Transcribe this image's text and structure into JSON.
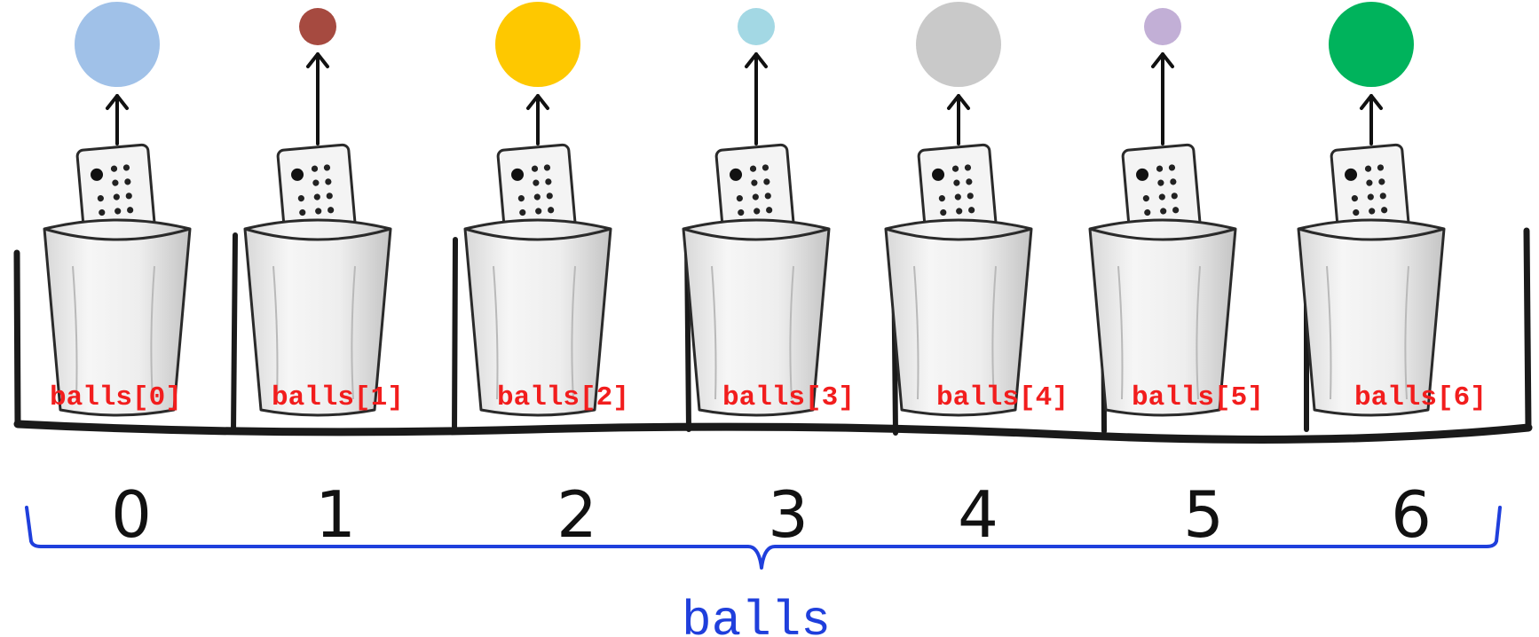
{
  "array": {
    "name": "balls",
    "brace_color": "#1f3fdc",
    "slot_label_color": "#f21d1d"
  },
  "slots": [
    {
      "label": "balls[0]",
      "index": "0",
      "ball_color": "#a0c1e8",
      "ball_size": "large"
    },
    {
      "label": "balls[1]",
      "index": "1",
      "ball_color": "#a64a40",
      "ball_size": "small"
    },
    {
      "label": "balls[2]",
      "index": "2",
      "ball_color": "#fec800",
      "ball_size": "large"
    },
    {
      "label": "balls[3]",
      "index": "3",
      "ball_color": "#a3d8e4",
      "ball_size": "small"
    },
    {
      "label": "balls[4]",
      "index": "4",
      "ball_color": "#c9c9c9",
      "ball_size": "large"
    },
    {
      "label": "balls[5]",
      "index": "5",
      "ball_color": "#c2afd6",
      "ball_size": "small"
    },
    {
      "label": "balls[6]",
      "index": "6",
      "ball_color": "#00b35c",
      "ball_size": "large"
    }
  ]
}
